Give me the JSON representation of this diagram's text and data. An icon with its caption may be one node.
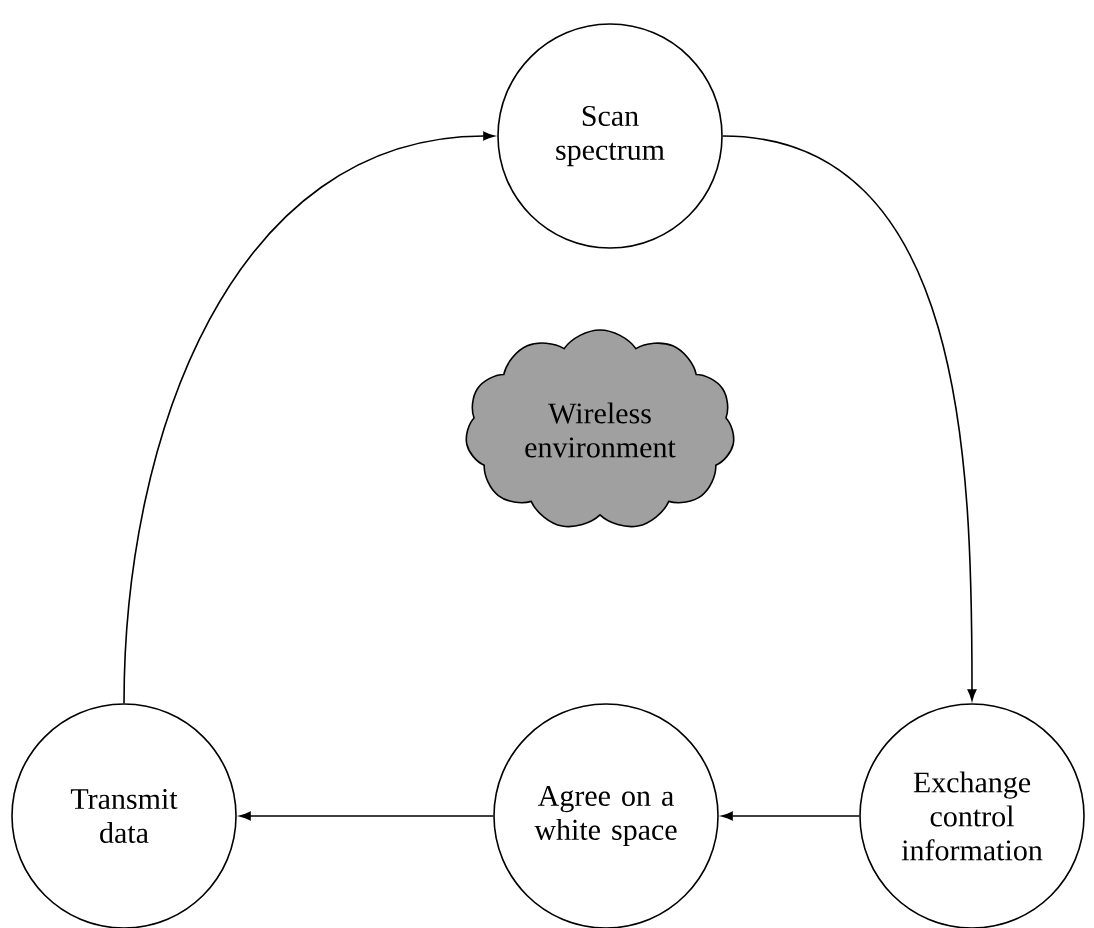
{
  "diagram": {
    "nodes": [
      {
        "text": [
          "Scan spectrum"
        ]
      },
      {
        "text": [
          "Exchange control information"
        ]
      },
      {
        "text": [
          "Agree on a white space"
        ]
      },
      {
        "text": [
          "Transmit data"
        ]
      },
      {
        "text": [
          "Wireless environment"
        ]
      }
    ],
    "edges": [
      {
        "from": 0,
        "to": 1,
        "arrow": "to"
      },
      {
        "from": 1,
        "to": 2,
        "arrow": "to"
      },
      {
        "from": 2,
        "to": 3,
        "arrow": "to"
      },
      {
        "from": 3,
        "to": 0,
        "arrow": "to"
      }
    ]
  }
}
